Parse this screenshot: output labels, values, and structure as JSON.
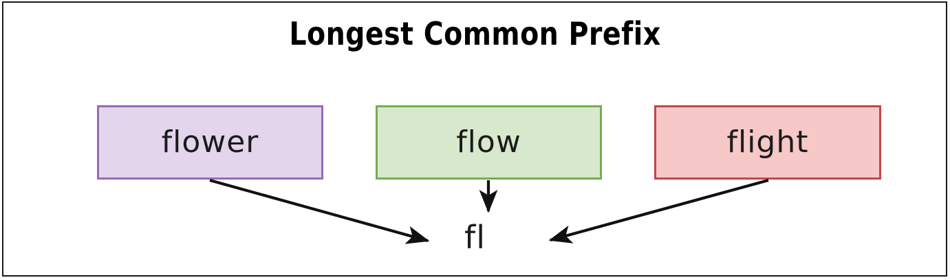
{
  "page": {
    "title": "Longest Common Prefix",
    "background_color": "#ffffff",
    "frame_color": "#1a1a1a"
  },
  "diagram": {
    "type": "convergence-diagram",
    "result": "fl",
    "inputs": [
      {
        "label": "flower",
        "fill_color": "#e2d5ec",
        "border_color": "#9a68b5",
        "arrow": "diagonal-down-right"
      },
      {
        "label": "flow",
        "fill_color": "#d7e8cc",
        "border_color": "#74ad55",
        "arrow": "straight-down"
      },
      {
        "label": "flight",
        "fill_color": "#f6c8c7",
        "border_color": "#c2474a",
        "arrow": "diagonal-down-left"
      }
    ],
    "arrow_color": "#111111"
  }
}
